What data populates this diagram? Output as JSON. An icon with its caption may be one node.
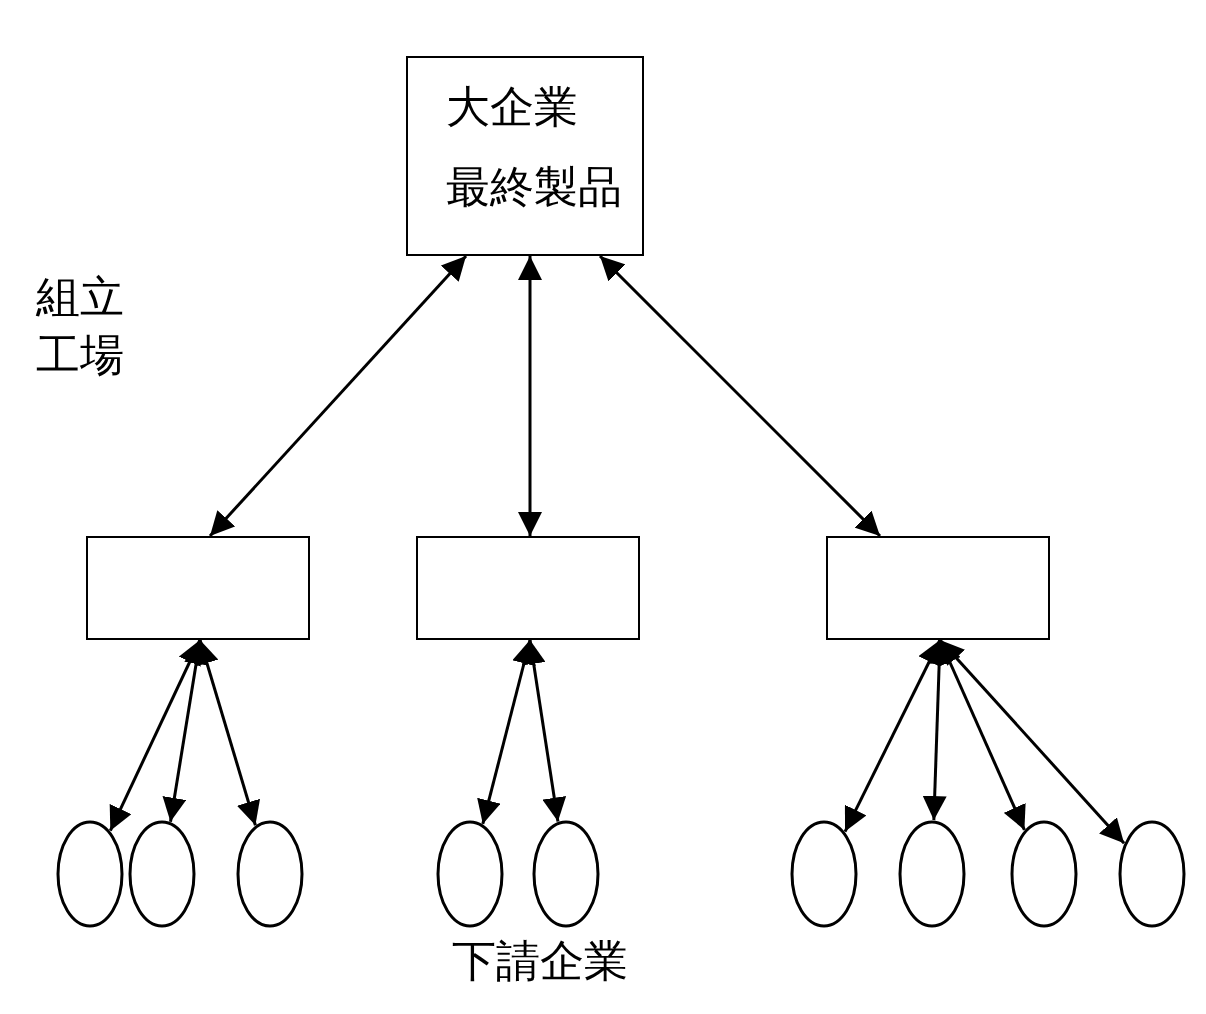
{
  "diagram": {
    "nodes": [
      {
        "text": [
          "大企業",
          "最終製品"
        ]
      },
      {
        "text": [],
        "shape": "box"
      },
      {
        "text": [],
        "shape": "box"
      },
      {
        "text": [],
        "shape": "box"
      },
      {
        "text": [],
        "shape": "circle"
      },
      {
        "text": [],
        "shape": "circle"
      },
      {
        "text": [],
        "shape": "circle"
      },
      {
        "text": [],
        "shape": "circle"
      },
      {
        "text": [],
        "shape": "circle"
      },
      {
        "text": [],
        "shape": "circle"
      },
      {
        "text": [],
        "shape": "circle"
      },
      {
        "text": [],
        "shape": "circle"
      },
      {
        "text": [],
        "shape": "circle"
      }
    ],
    "edges": [
      {
        "from": 0,
        "to": 1,
        "arrow": "both"
      },
      {
        "from": 0,
        "to": 2,
        "arrow": "both"
      },
      {
        "from": 0,
        "to": 3,
        "arrow": "both"
      },
      {
        "from": 1,
        "to": 4,
        "arrow": "both"
      },
      {
        "from": 1,
        "to": 5,
        "arrow": "both"
      },
      {
        "from": 1,
        "to": 6,
        "arrow": "both"
      },
      {
        "from": 2,
        "to": 7,
        "arrow": "both"
      },
      {
        "from": 2,
        "to": 8,
        "arrow": "both"
      },
      {
        "from": 3,
        "to": 9,
        "arrow": "both"
      },
      {
        "from": 3,
        "to": 10,
        "arrow": "both"
      },
      {
        "from": 3,
        "to": 11,
        "arrow": "both"
      },
      {
        "from": 3,
        "to": 12,
        "arrow": "both"
      }
    ],
    "labels": [
      "組立工場",
      "下請企業"
    ]
  }
}
